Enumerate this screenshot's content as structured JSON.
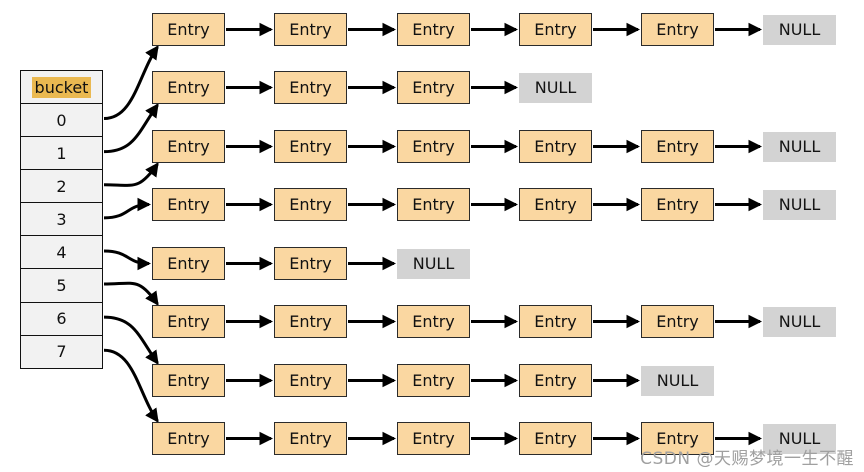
{
  "bucket_table": {
    "header": "bucket",
    "cells": [
      "0",
      "1",
      "2",
      "3",
      "4",
      "5",
      "6",
      "7"
    ]
  },
  "entry_label": "Entry",
  "null_label": "NULL",
  "rows": [
    {
      "bucket": "0",
      "entry_count": 5
    },
    {
      "bucket": "1",
      "entry_count": 3
    },
    {
      "bucket": "2",
      "entry_count": 5
    },
    {
      "bucket": "3",
      "entry_count": 5
    },
    {
      "bucket": "4",
      "entry_count": 2
    },
    {
      "bucket": "5",
      "entry_count": 5
    },
    {
      "bucket": "6",
      "entry_count": 4
    },
    {
      "bucket": "7",
      "entry_count": 5
    }
  ],
  "watermark": "CSDN @天赐梦境一生不醒",
  "colors": {
    "entry_fill": "#fad7a1",
    "entry_border": "#2b2b2b",
    "null_fill": "#d3d3d3",
    "bucket_cell_fill": "#f2f2f2",
    "bucket_header_highlight": "#eab951",
    "arrow": "#000000",
    "watermark": "#a0a0a0"
  }
}
